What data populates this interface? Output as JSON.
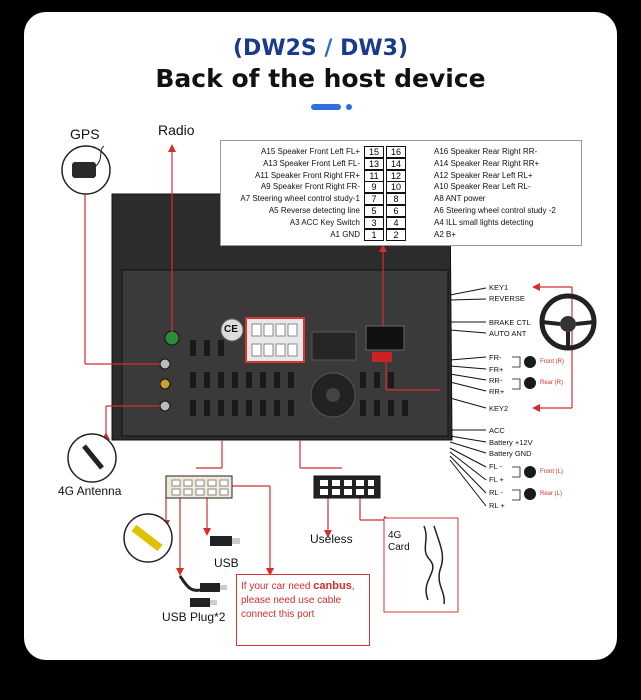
{
  "header": {
    "title_part1": "(DW2S",
    "title_sep": " / ",
    "title_part2": "DW3)",
    "subtitle": "Back of the host device"
  },
  "labels": {
    "gps": "GPS",
    "radio": "Radio",
    "antenna_4g": "4G Antenna",
    "usb": "USB",
    "usb_plug": "USB Plug*2",
    "useless": "Useless",
    "card_4g_line1": "4G",
    "card_4g_line2": "Card",
    "ce_mark": "CE"
  },
  "pinout": {
    "left": [
      {
        "label": "A15  Speaker Front Left FL+",
        "pin": "15"
      },
      {
        "label": "A13  Speaker Front Left FL-",
        "pin": "13"
      },
      {
        "label": "A11  Speaker Front Right FR+",
        "pin": "11"
      },
      {
        "label": "A9    Speaker Front Right FR-",
        "pin": "9"
      },
      {
        "label": "A7   Steering wheel control study-1",
        "pin": "7"
      },
      {
        "label": "A5   Reverse detecting line",
        "pin": "5"
      },
      {
        "label": "A3 ACC Key Switch",
        "pin": "3"
      },
      {
        "label": "A1 GND",
        "pin": "1"
      }
    ],
    "right": [
      {
        "label": "A16 Speaker Rear Right RR-",
        "pin": "16"
      },
      {
        "label": "A14 Speaker Rear Right RR+",
        "pin": "14"
      },
      {
        "label": "A12 Speaker Rear Left RL+",
        "pin": "12"
      },
      {
        "label": "A10 Speaker Rear Left RL-",
        "pin": "10"
      },
      {
        "label": "A8   ANT power",
        "pin": "8"
      },
      {
        "label": "A6   Steering wheel control study -2",
        "pin": "6"
      },
      {
        "label": "A4   ILL small lights detecting",
        "pin": "4"
      },
      {
        "label": "A2   B+",
        "pin": "2"
      }
    ]
  },
  "harness_right": [
    "KEY1",
    "REVERSE",
    "BRAKE CTL",
    "AUTO ANT",
    "FR-",
    "FR+",
    "RR-",
    "RR+",
    "KEY2",
    "ACC",
    "Battery +12V",
    "Battery GND",
    "FL -",
    "FL +",
    "RL -",
    "RL +"
  ],
  "speakers": {
    "front_r": "Front (R)",
    "rear_r": "Rear (R)",
    "front_l": "Front (L)",
    "rear_l": "Rear (L)"
  },
  "canbus_note": {
    "line1_pre": "If your car need ",
    "line1_em": "canbus",
    "line1_post": ",",
    "line2": "please need use cable",
    "line3": "connect this port"
  },
  "colors": {
    "title_blue": "#1a3a8c",
    "accent_blue": "#2d6fe0",
    "red_line": "#d32f2f",
    "device_dark": "#2a2a2a"
  }
}
